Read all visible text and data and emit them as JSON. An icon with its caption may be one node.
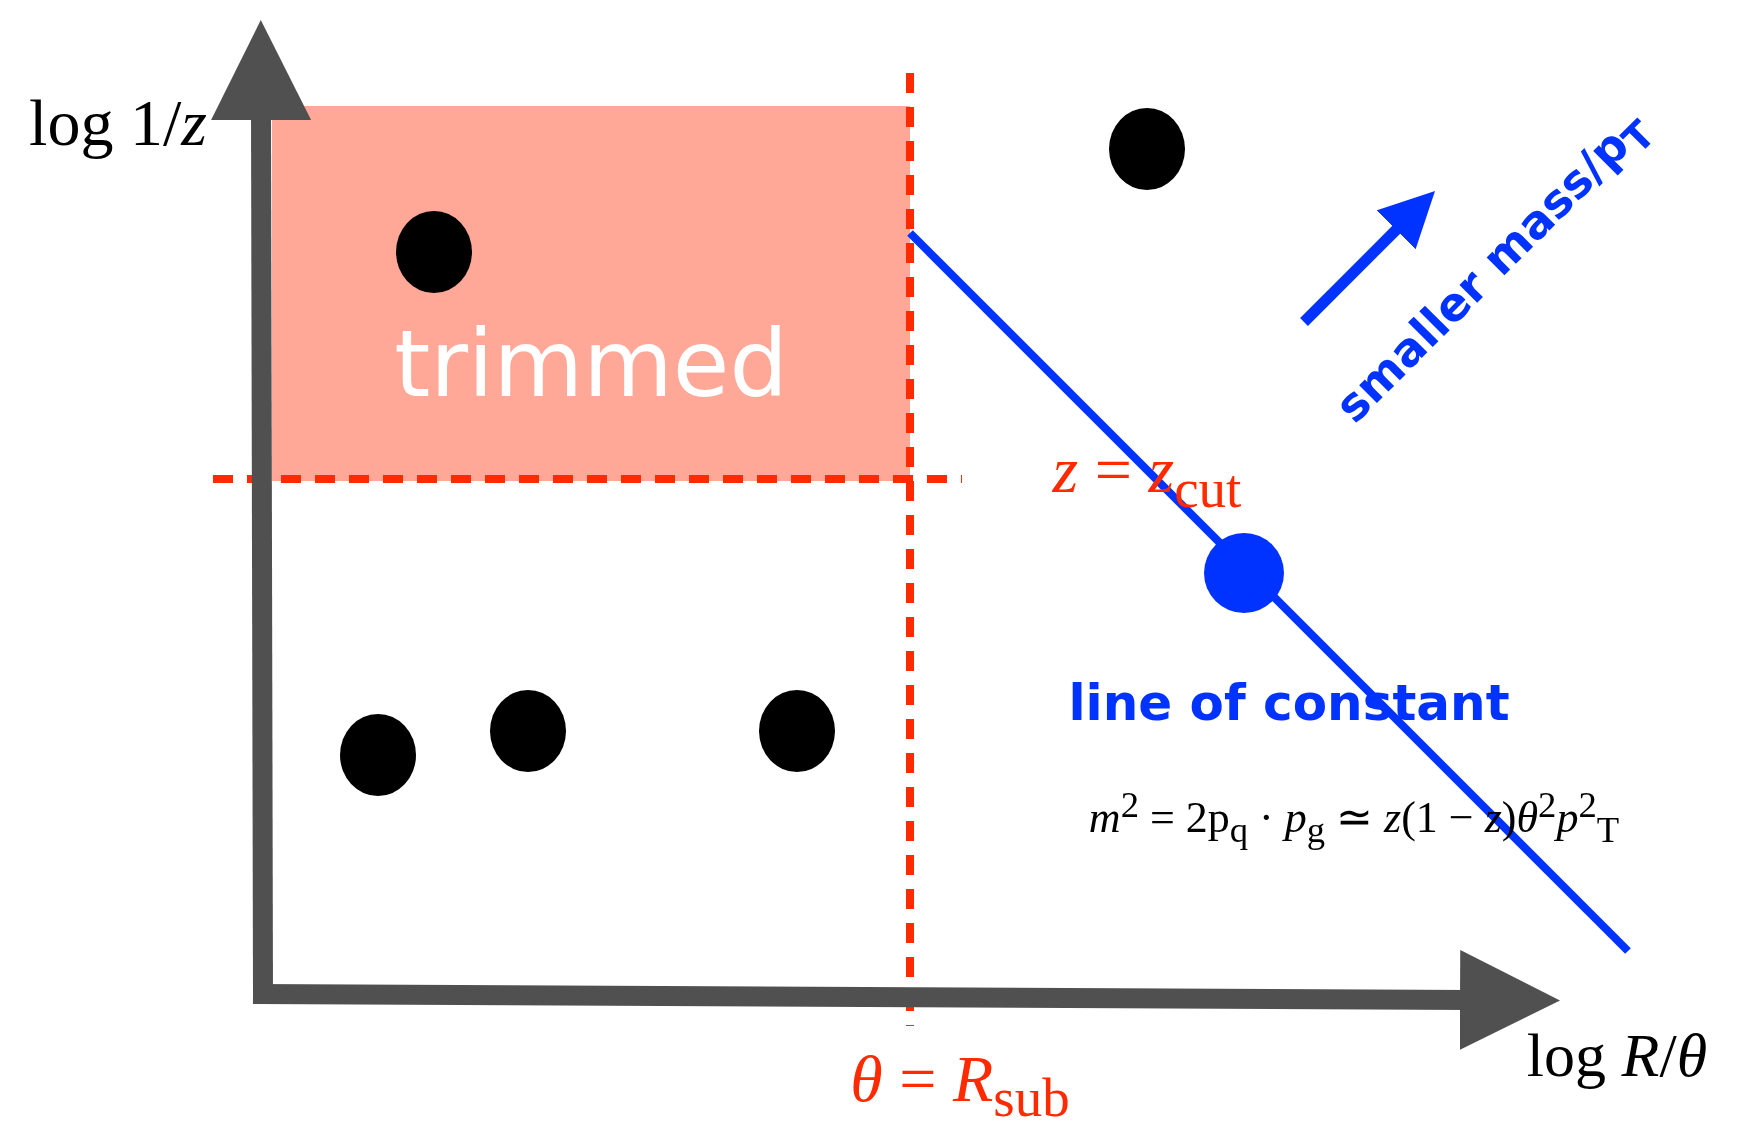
{
  "diagram": {
    "nodes": [
      {
        "text": [
          "trimmed"
        ]
      }
    ],
    "edges": [],
    "labels": [
      "log 1/*z*",
      "*z* = *z*$_{cut}$",
      "smaller mass/p$_{T}$",
      "line of constant",
      "*m*$^{2}$ = 2p$_{q}$ · *p*$_{g}$ ≃ *z*(1 − *z*)*θ*$^{2}$*p*$^{2}$$_{T}$",
      "*θ* = *R*$_{sub}$",
      "log *R*/*θ*"
    ]
  }
}
